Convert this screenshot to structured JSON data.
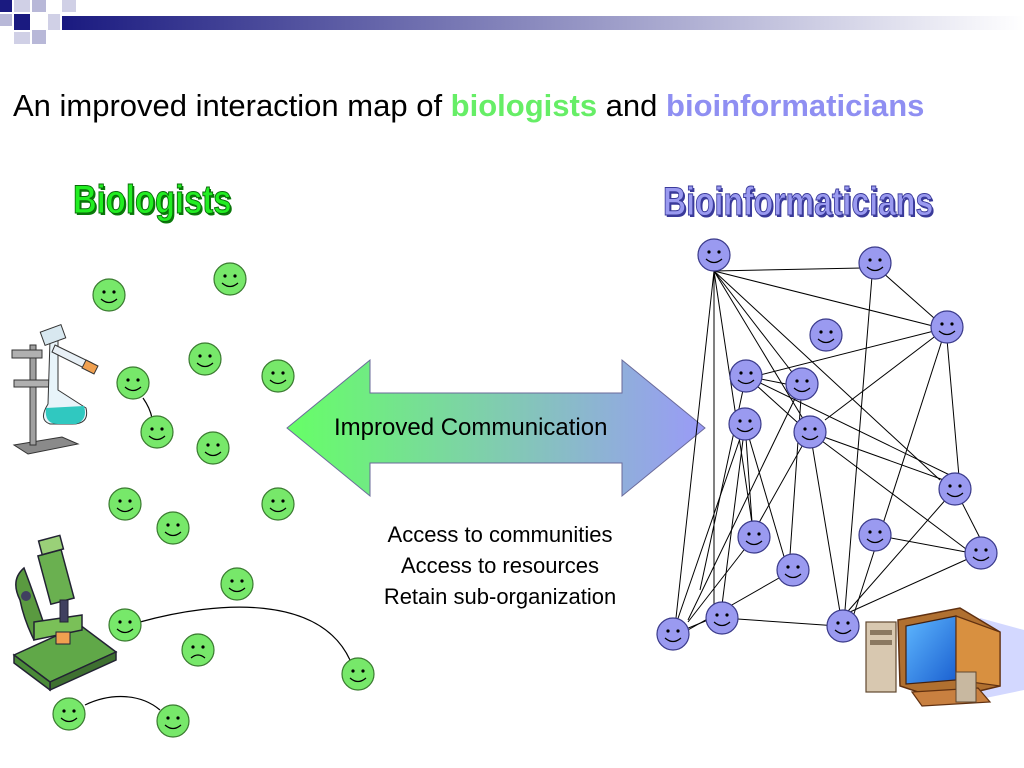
{
  "title": {
    "prefix": "An improved interaction map of ",
    "biologists": "biologists",
    "joiner": " and ",
    "bioinformaticians": "bioinformaticians"
  },
  "headings": {
    "left": "Biologists",
    "right": "Bioinformaticians"
  },
  "arrow": {
    "label": "Improved Communication",
    "color_left": "#66ff66",
    "color_right": "#9a9af8"
  },
  "benefits": [
    "Access to communities",
    "Access to resources",
    "Retain sub-organization"
  ],
  "colors": {
    "biologist_face": "#77e86a",
    "bioinformatician_face": "#9a9af0",
    "biologist_heading": "#22ee22",
    "bioinformatician_heading": "#9a9af0"
  },
  "clipart": [
    "test-tube-stand-icon",
    "microscope-icon",
    "computer-icon"
  ]
}
